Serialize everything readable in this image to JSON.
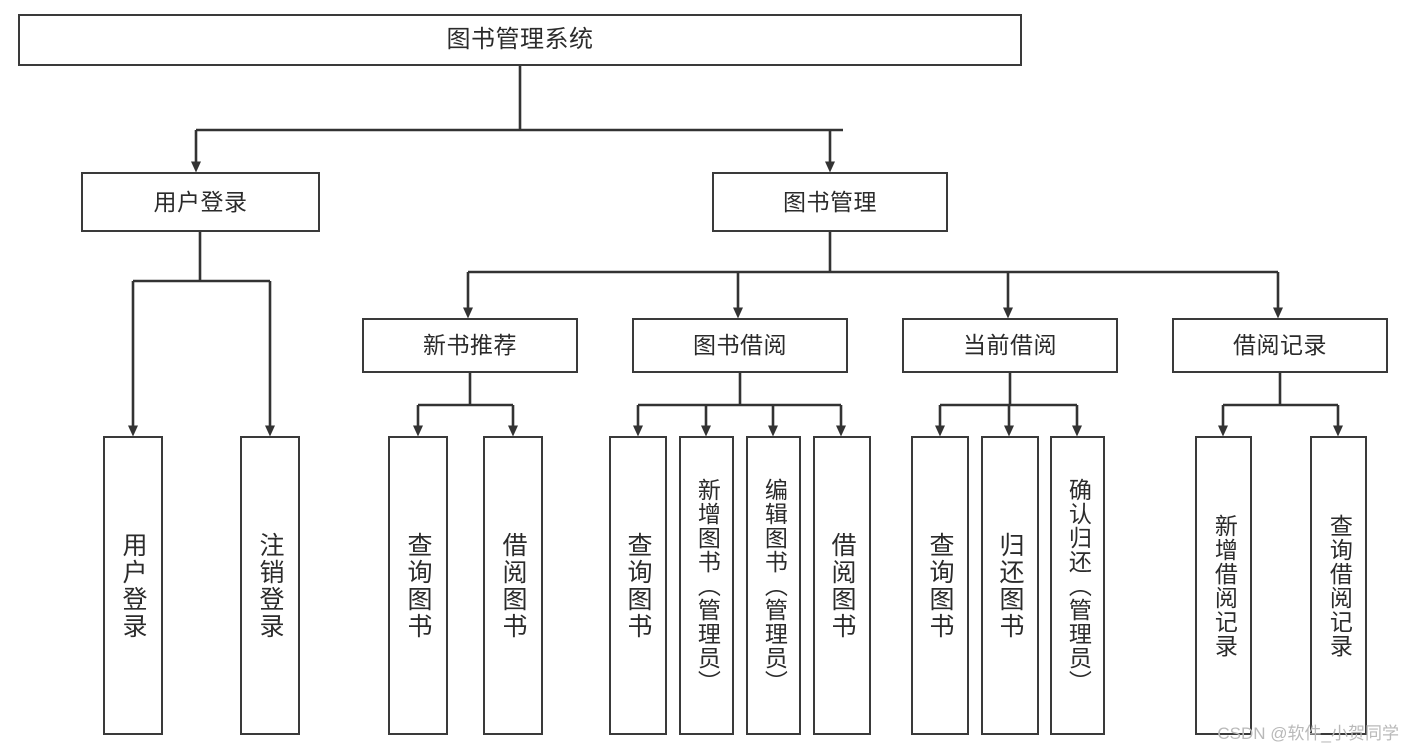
{
  "diagram": {
    "title": "图书管理系统",
    "watermark": "CSDN @软件_小贺同学",
    "colors": {
      "background": "#ffffff",
      "node_fill": "#ffffff",
      "node_border": "#3a3a3a",
      "edge": "#333333",
      "text": "#2b2b2b",
      "watermark": "#b9b9b9"
    },
    "nodes": {
      "root": {
        "label": "图书管理系统"
      },
      "level2": [
        {
          "id": "user-login",
          "label": "用户登录"
        },
        {
          "id": "book-manage",
          "label": "图书管理"
        }
      ],
      "level3": [
        {
          "id": "new-book-recommend",
          "label": "新书推荐"
        },
        {
          "id": "book-borrow",
          "label": "图书借阅"
        },
        {
          "id": "current-borrow",
          "label": "当前借阅"
        },
        {
          "id": "borrow-record",
          "label": "借阅记录"
        }
      ],
      "leaves": {
        "user_login": [
          {
            "id": "leaf-user-login",
            "label": "用户登录"
          },
          {
            "id": "leaf-logout-login",
            "label": "注销登录"
          }
        ],
        "new_book_recommend": [
          {
            "id": "leaf-query-book-1",
            "label": "查询图书"
          },
          {
            "id": "leaf-borrow-book-1",
            "label": "借阅图书"
          }
        ],
        "book_borrow": [
          {
            "id": "leaf-query-book-2",
            "label": "查询图书"
          },
          {
            "id": "leaf-add-book",
            "label": "新增图书（管理员）"
          },
          {
            "id": "leaf-edit-book",
            "label": "编辑图书（管理员）"
          },
          {
            "id": "leaf-borrow-book-2",
            "label": "借阅图书"
          }
        ],
        "current_borrow": [
          {
            "id": "leaf-query-book-3",
            "label": "查询图书"
          },
          {
            "id": "leaf-return-book",
            "label": "归还图书"
          },
          {
            "id": "leaf-confirm-return",
            "label": "确认归还（管理员）"
          }
        ],
        "borrow_record": [
          {
            "id": "leaf-add-record",
            "label": "新增借阅记录"
          },
          {
            "id": "leaf-query-record",
            "label": "查询借阅记录"
          }
        ]
      }
    }
  }
}
